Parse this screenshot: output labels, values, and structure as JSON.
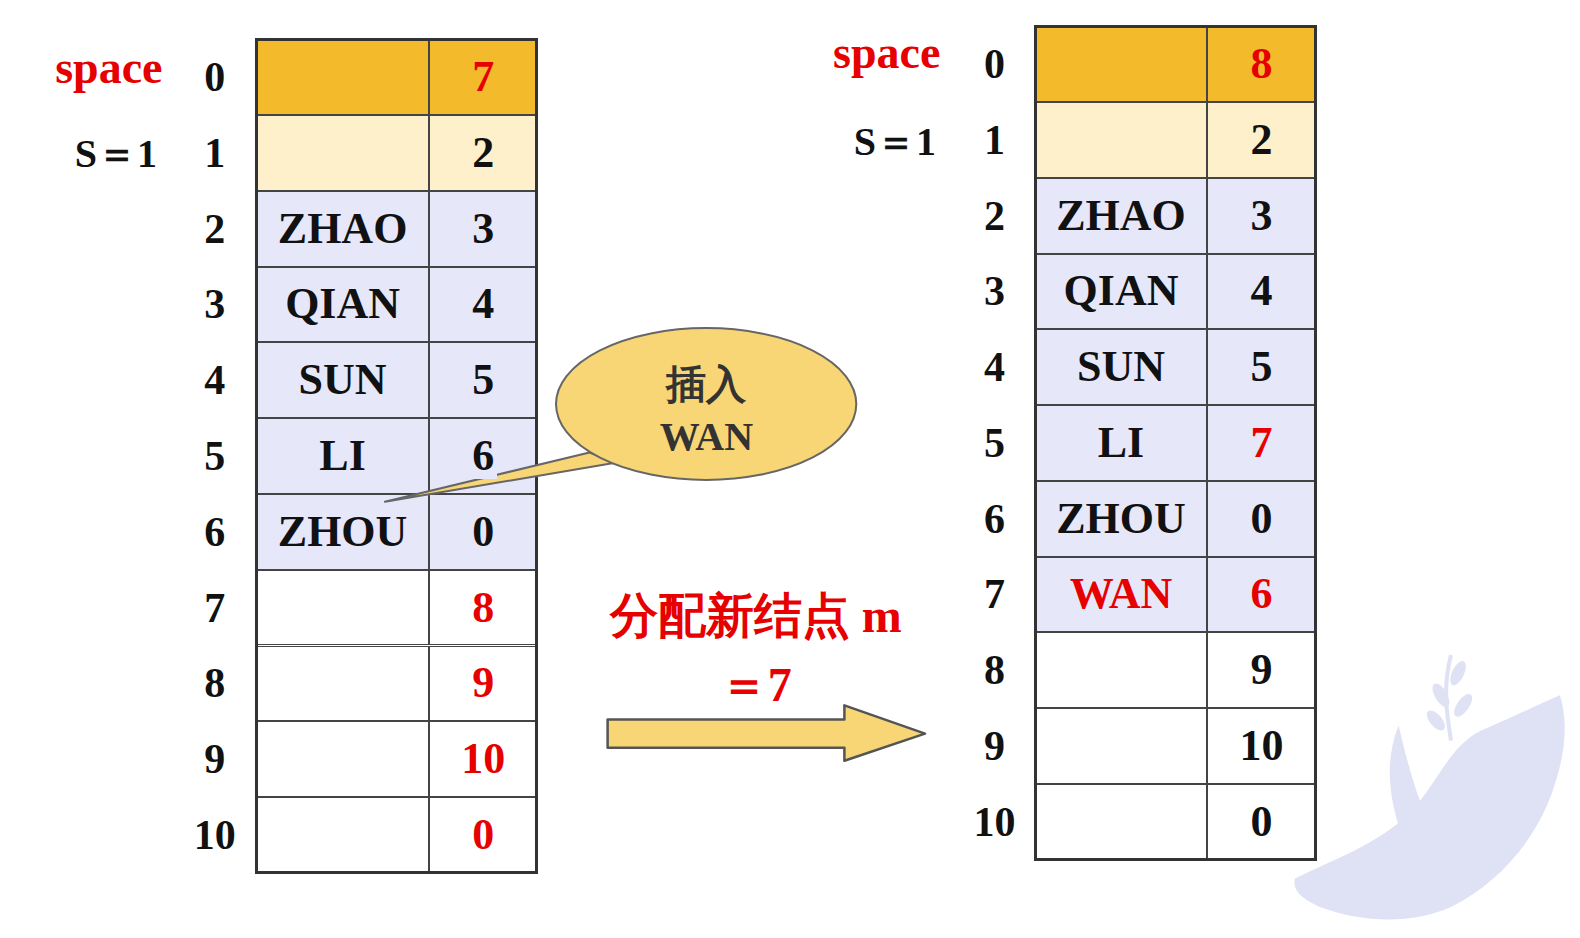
{
  "diagram": {
    "nodes": [
      {
        "text": [
          "插入 WAN"
        ]
      }
    ],
    "labels": [
      "space",
      "S＝1",
      "0",
      "7",
      "1",
      "2",
      "2",
      "ZHAO",
      "3",
      "3",
      "QIAN",
      "4",
      "4",
      "SUN",
      "5",
      "5",
      "LI",
      "6",
      "6",
      "ZHOU",
      "0",
      "7",
      "8",
      "8",
      "9",
      "9",
      "10",
      "10",
      "0",
      "分配新结点 m＝7",
      "space",
      "S＝1",
      "0",
      "8",
      "1",
      "2",
      "2",
      "ZHAO",
      "3",
      "3",
      "QIAN",
      "4",
      "4",
      "SUN",
      "5",
      "5",
      "LI",
      "7",
      "6",
      "ZHOU",
      "0",
      "7",
      "WAN",
      "6",
      "8",
      "9",
      "9",
      "10",
      "10",
      "0"
    ]
  }
}
